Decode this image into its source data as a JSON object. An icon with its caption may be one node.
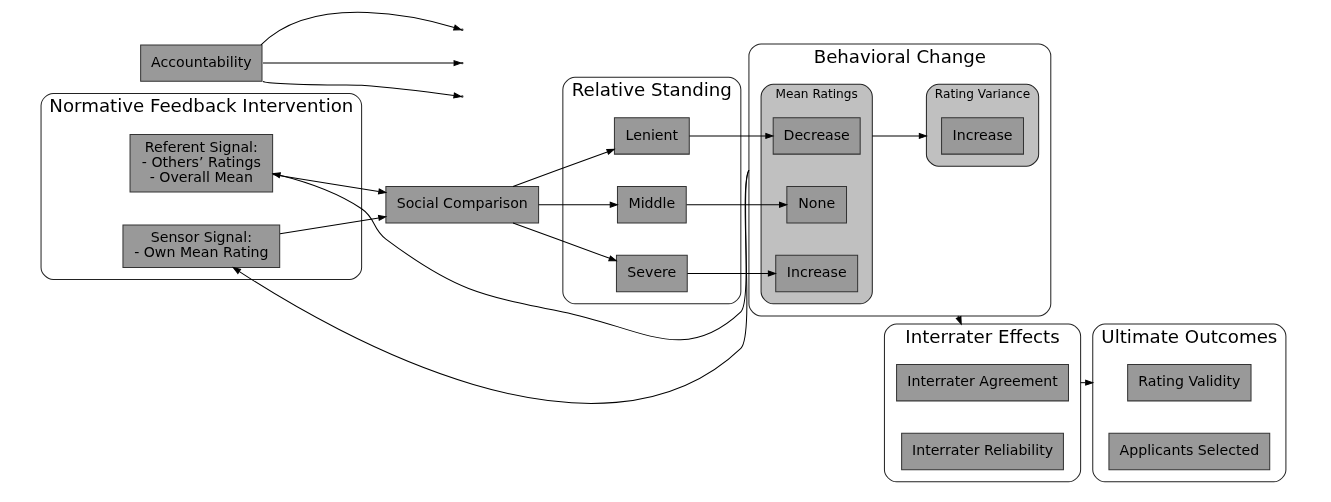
{
  "diagram": {
    "nodes": [
      {
        "text": [
          "Normative Feedback Intervention"
        ]
      },
      {
        "text": [
          "Referent Signal:",
          "- Others’ Ratings",
          "- Overall Mean"
        ],
        "in": 0
      },
      {
        "text": [
          "Sensor Signal:",
          "- Own Mean Rating"
        ],
        "in": 0
      },
      {
        "text": [
          "Social Comparison"
        ]
      },
      {
        "text": [
          "Relative Standing"
        ]
      },
      {
        "text": [
          "Lenient"
        ],
        "in": 4
      },
      {
        "text": [
          "Middle"
        ],
        "in": 4
      },
      {
        "text": [
          "Severe"
        ],
        "in": 4
      },
      {
        "text": [
          "Behavioral Change"
        ]
      },
      {
        "text": [
          "Mean Ratings"
        ],
        "in": 8
      },
      {
        "text": [
          "Decrease"
        ],
        "in": 9
      },
      {
        "text": [
          "None"
        ],
        "in": 9
      },
      {
        "text": [
          "Increase"
        ],
        "in": 9
      },
      {
        "text": [
          "Rating Variance"
        ],
        "in": 8
      },
      {
        "text": [
          "Increase"
        ],
        "in": 13
      },
      {
        "text": [
          "Interrater Effects"
        ]
      },
      {
        "text": [
          "Interrater Agreement"
        ],
        "in": 15
      },
      {
        "text": [
          "Interrater Reliability"
        ],
        "in": 15
      },
      {
        "text": [
          "Ultimate Outcomes"
        ]
      },
      {
        "text": [
          "Rating Validity"
        ],
        "in": 18
      },
      {
        "text": [
          "Applicants Selected"
        ],
        "in": 18
      },
      {
        "text": [
          "Accountability"
        ]
      }
    ],
    "edges": [
      {
        "from": 1,
        "to": 3,
        "arrow": "to"
      },
      {
        "from": 2,
        "to": 3,
        "arrow": "to"
      },
      {
        "from": 3,
        "to": 5,
        "arrow": "to"
      },
      {
        "from": 3,
        "to": 6,
        "arrow": "to"
      },
      {
        "from": 3,
        "to": 7,
        "arrow": "to"
      },
      {
        "from": 5,
        "to": 10,
        "arrow": "to"
      },
      {
        "from": 6,
        "to": 11,
        "arrow": "to"
      },
      {
        "from": 7,
        "to": 12,
        "arrow": "to"
      },
      {
        "from": 21,
        "to": null,
        "arrow": "to"
      },
      {
        "from": 21,
        "to": null,
        "arrow": "to"
      },
      {
        "from": 21,
        "to": null,
        "arrow": "to"
      },
      {
        "from": 9,
        "to": 13,
        "arrow": "to"
      },
      {
        "from": 8,
        "to": 15,
        "arrow": "to"
      },
      {
        "from": 15,
        "to": 18,
        "arrow": "to"
      },
      {
        "from": 8,
        "to": 1,
        "arrow": "to"
      },
      {
        "from": 8,
        "to": 2,
        "arrow": "to"
      }
    ]
  }
}
